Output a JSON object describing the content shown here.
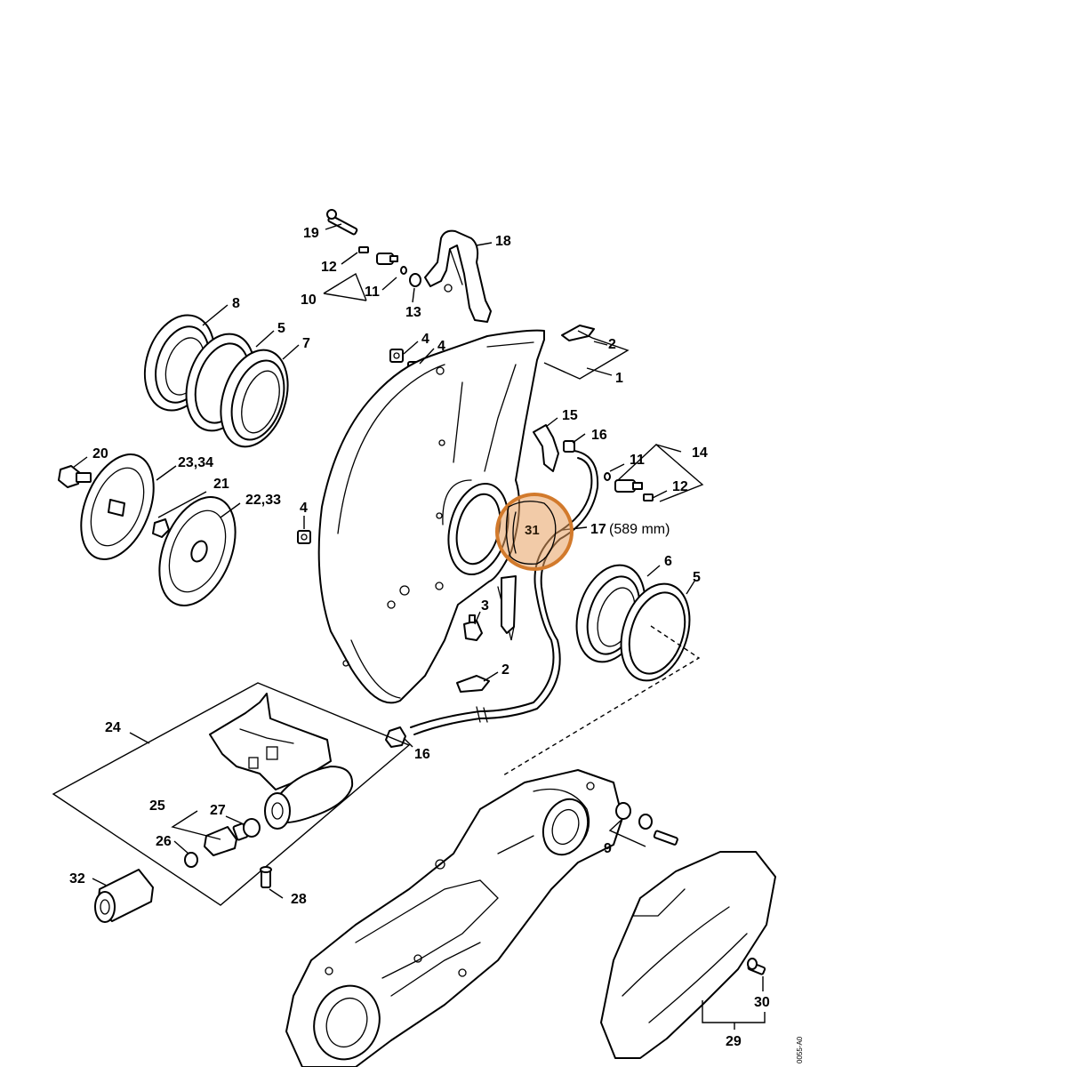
{
  "callouts": {
    "c1": "1",
    "c2a": "2",
    "c2b": "2",
    "c3": "3",
    "c4a": "4",
    "c4b": "4",
    "c4c": "4",
    "c5a": "5",
    "c5b": "5",
    "c6": "6",
    "c7": "7",
    "c8": "8",
    "c9": "9",
    "c10": "10",
    "c11a": "11",
    "c11b": "11",
    "c12a": "12",
    "c12b": "12",
    "c13": "13",
    "c14": "14",
    "c15": "15",
    "c16a": "16",
    "c16b": "16",
    "c17": "17",
    "c18": "18",
    "c19": "19",
    "c20": "20",
    "c21": "21",
    "c22": "22,33",
    "c23": "23,34",
    "c24": "24",
    "c25": "25",
    "c26": "26",
    "c27": "27",
    "c28": "28",
    "c29": "29",
    "c30": "30",
    "c31": "31",
    "c32": "32"
  },
  "hose_length_note": "(589 mm)",
  "drawing_code": "0055-A0",
  "colors": {
    "highlight_fill": "#e8a160",
    "highlight_stroke": "#d27a2c",
    "line": "#000000"
  }
}
